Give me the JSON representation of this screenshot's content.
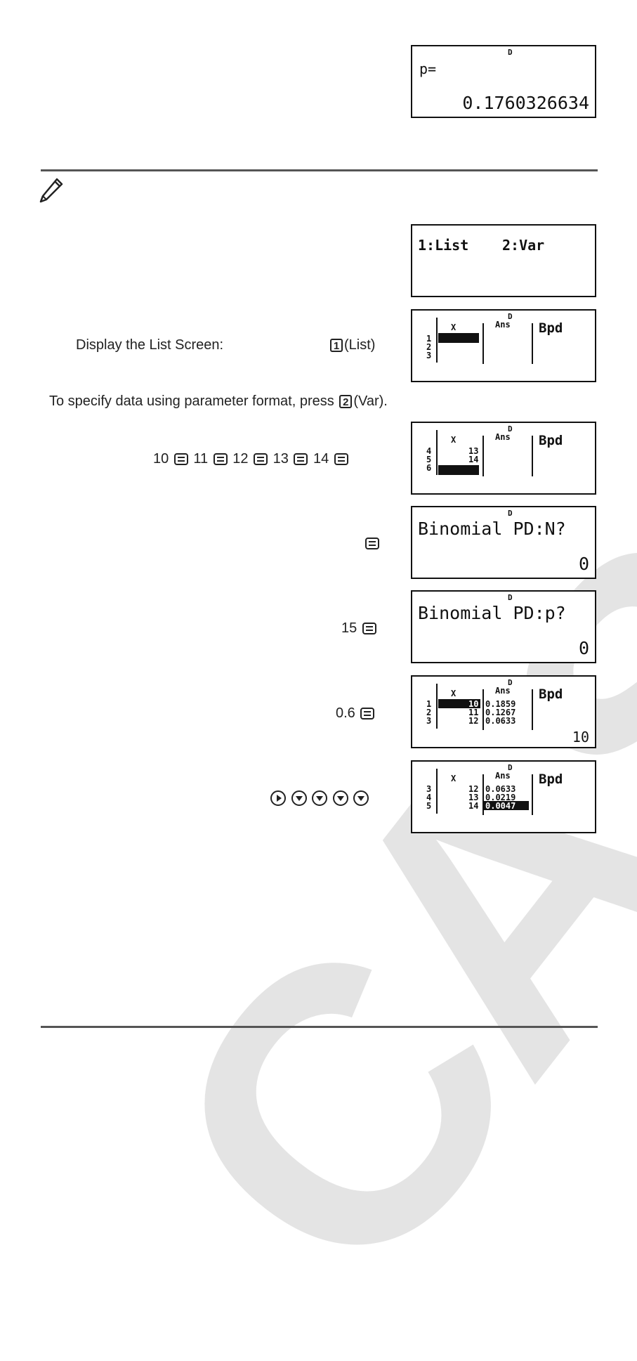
{
  "screens": {
    "p_result": {
      "indicator": "D",
      "label": "p=",
      "value": "0.1760326634"
    },
    "menu": {
      "option1": "1:List",
      "option2": "2:Var"
    },
    "list_empty": {
      "indicator": "D",
      "col_x": "X",
      "col_ans": "Ans",
      "col_bpd": "Bpd",
      "rows": [
        "1",
        "2",
        "3"
      ]
    },
    "list_data": {
      "indicator": "D",
      "col_x": "X",
      "col_ans": "Ans",
      "col_bpd": "Bpd",
      "rows": [
        "4",
        "5",
        "6"
      ],
      "x_values": [
        "13",
        "14"
      ]
    },
    "prompt_n": {
      "indicator": "D",
      "text": "Binomial PD:N?",
      "value": "0"
    },
    "prompt_p": {
      "indicator": "D",
      "text": "Binomial PD:p?",
      "value": "0"
    },
    "result_table": {
      "indicator": "D",
      "col_x": "X",
      "col_ans": "Ans",
      "col_bpd": "Bpd",
      "rows": [
        "1",
        "2",
        "3"
      ],
      "x_values": [
        "10",
        "11",
        "12"
      ],
      "ans_values": [
        "0.1859",
        "0.1267",
        "0.0633"
      ],
      "bottom_value": "10"
    },
    "result_scrolled": {
      "indicator": "D",
      "col_x": "X",
      "col_ans": "Ans",
      "col_bpd": "Bpd",
      "rows": [
        "3",
        "4",
        "5"
      ],
      "x_values": [
        "12",
        "13",
        "14"
      ],
      "ans_values": [
        "0.0633",
        "0.0219",
        "0.0047"
      ]
    }
  },
  "instructions": {
    "display_list": "Display the List Screen:",
    "list_key": "1",
    "list_label": "(List)",
    "param_format": "To specify data using parameter format, press",
    "var_key": "2",
    "var_label": "(Var).",
    "data_entry": [
      "10",
      "11",
      "12",
      "13",
      "14"
    ],
    "n_entry": "15",
    "p_entry": "0.6"
  },
  "watermark": "CASIO"
}
